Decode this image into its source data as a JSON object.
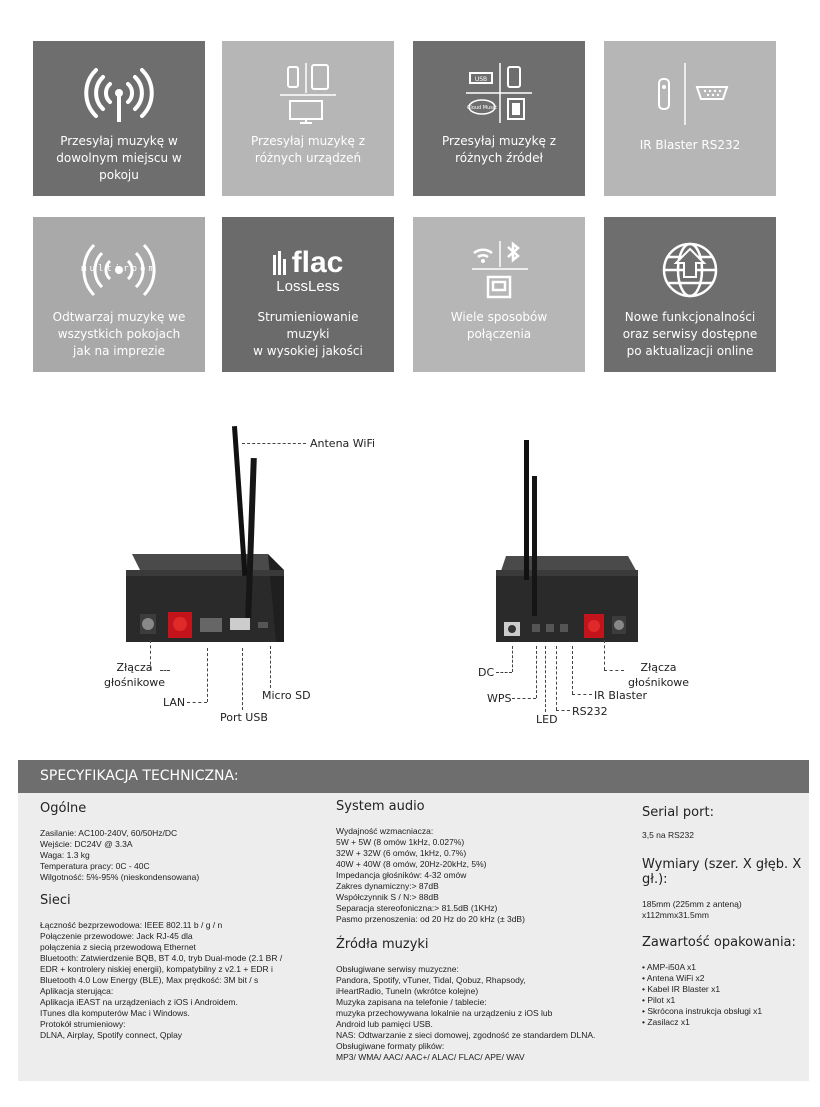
{
  "features": [
    {
      "icon": "wifi-signal-icon",
      "caption": "Przesyłaj muzykę w\ndowolnym miejscu w\npokoju"
    },
    {
      "icon": "devices-icon",
      "caption": "Przesyłaj muzykę z\nróżnych urządzeń"
    },
    {
      "icon": "sources-icon",
      "caption": "Przesyłaj muzykę z\nróżnych źródeł",
      "icon_labels": [
        "USB",
        "Cloud Music"
      ]
    },
    {
      "icon": "ir-rs232-icon",
      "caption": "IR Blaster     RS232"
    },
    {
      "icon": "multiroom-icon",
      "caption": "Odtwarzaj muzykę we\nwszystkich pokojach\njak na imprezie",
      "icon_text": "multiroom"
    },
    {
      "icon": "flac-icon",
      "caption": "Strumieniowanie muzyki\nw wysokiej jakości",
      "logo_text": "flac",
      "logo_sub": "LossLess"
    },
    {
      "icon": "wifi-bluetooth-ethernet-icon",
      "caption": "Wiele sposobów\npołączenia"
    },
    {
      "icon": "update-globe-icon",
      "caption": "Nowe funkcjonalności\noraz serwisy dostępne\npo aktualizacji online"
    }
  ],
  "device_labels": {
    "antenna": "Antena WiFi",
    "speaker_left": "Złącza\ngłośnikowe",
    "lan": "LAN",
    "usb": "Port USB",
    "microsd": "Micro SD",
    "dc": "DC",
    "wps": "WPS",
    "led": "LED",
    "rs232": "RS232",
    "ir": "IR Blaster",
    "speaker_right": "Złącza\ngłośnikowe"
  },
  "spec": {
    "title": "SPECYFIKACJA TECHNICZNA:",
    "general_h": "Ogólne",
    "general": "Zasilanie: AC100-240V, 60/50Hz/DC\nWejście: DC24V @ 3.3A\nWaga: 1.3 kg\nTemperatura pracy:  0C - 40C\nWilgotność: 5%-95% (nieskondensowana)",
    "network_h": "Sieci",
    "network": "Łączność bezprzewodowa: IEEE 802.11 b / g / n\nPołączenie przewodowe: Jack RJ-45 dla\npołączenia z siecią przewodową Ethernet\nBluetooth: Zatwierdzenie BQB, BT 4.0, tryb Dual-mode (2.1 BR /\nEDR + kontrolery niskiej energii), kompatybilny z v2.1 + EDR i\nBluetooth 4.0 Low Energy (BLE), Max prędkość: 3M bit / s\nAplikacja sterująca:\nAplikacja iEAST na urządzeniach z iOS i Androidem.\nITunes dla komputerów Mac i Windows.\nProtokół strumieniowy:\nDLNA, Airplay, Spotify connect, Qplay",
    "audio_h": "System audio",
    "audio": "Wydajność wzmacniacza:\n5W + 5W (8 omów 1kHz, 0.027%)\n32W + 32W (6 omów, 1kHz, 0.7%)\n40W + 40W (8 omów, 20Hz-20kHz, 5%)\nImpedancja głośników: 4-32 omów\nZakres dynamiczny:> 87dB\nWspółczynnik S / N:> 88dB\nSeparacja stereofoniczna:> 81.5dB (1KHz)\nPasmo przenoszenia: od 20 Hz do 20 kHz (± 3dB)",
    "sources_h": "Źródła muzyki",
    "sources": "Obsługiwane serwisy muzyczne:\nPandora, Spotify, vTuner, Tidal, Qobuz, Rhapsody,\niHeartRadio, TuneIn (wkrótce kolejne)\nMuzyka zapisana na telefonie / tablecie:\nmuzyka przechowywana lokalnie na urządzeniu z iOS lub\n Android lub pamięci USB.\nNAS: Odtwarzanie z sieci domowej, zgodność ze standardem DLNA.\nObsługiwane formaty plików:\nMP3/ WMA/ AAC/ AAC+/ ALAC/ FLAC/ APE/ WAV",
    "serial_h": "Serial port:",
    "serial": "3,5 na RS232",
    "dims_h": "Wymiary (szer. X głęb. X gł.):",
    "dims": "185mm (225mm z anteną)\nx112mmx31.5mm",
    "box_h": "Zawartość opakowania:",
    "box": "• AMP-i50A x1\n• Antena WiFi x2\n• Kabel IR Blaster x1\n• Pilot x1\n• Skrócona instrukcja obsługi x1\n• Zasilacz x1"
  }
}
